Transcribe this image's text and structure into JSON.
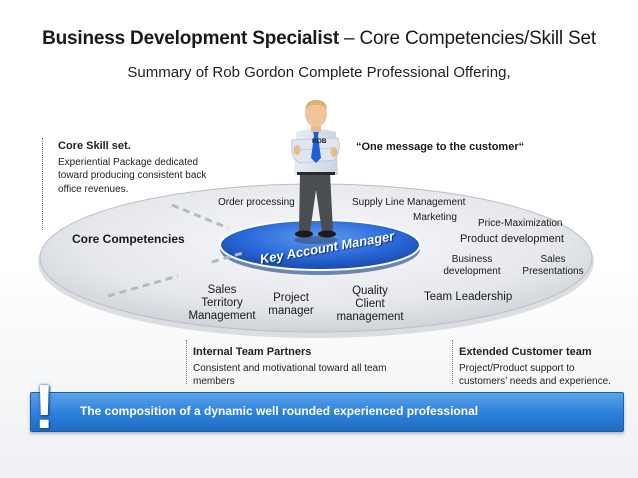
{
  "title": {
    "bold": "Business Development Specialist",
    "rest": " – Core Competencies/Skill Set"
  },
  "subtitle": "Summary of Rob Gordon Complete Professional Offering,",
  "core_skill": {
    "heading": "Core Skill set.",
    "lines": [
      "Experiential Package dedicated",
      "toward producing consistent back",
      "office revenues."
    ]
  },
  "quote": "“One message to the customer“",
  "figure_badge": "ROB",
  "center_label": "Key Account Manager",
  "ring_labels": {
    "core_competencies": "Core Competencies",
    "order_processing": "Order processing",
    "supply_line": "Supply Line Management",
    "marketing": "Marketing",
    "price_max": "Price-Maximization",
    "product_dev": "Product development",
    "business_dev": [
      "Business",
      "development"
    ],
    "sales_pres": [
      "Sales",
      "Presentations"
    ],
    "team_leadership": "Team Leadership",
    "quality_client": [
      "Quality",
      "Client",
      "management"
    ],
    "project_manager": [
      "Project",
      "manager"
    ],
    "sales_territory": [
      "Sales",
      "Territory",
      "Management"
    ]
  },
  "internal_team": {
    "heading": "Internal  Team Partners",
    "lines": [
      "Consistent and motivational toward  all team",
      "members"
    ]
  },
  "extended_team": {
    "heading": "Extended Customer team",
    "lines": [
      "Project/Product support to",
      "customers’ needs and experience."
    ]
  },
  "banner": {
    "mark": "!",
    "text": "The composition of a dynamic well rounded experienced professional"
  },
  "colors": {
    "accent_blue": "#2d7fd9",
    "disc_blue": "#1f5fd6",
    "ring_gray": "#d9dce1"
  }
}
